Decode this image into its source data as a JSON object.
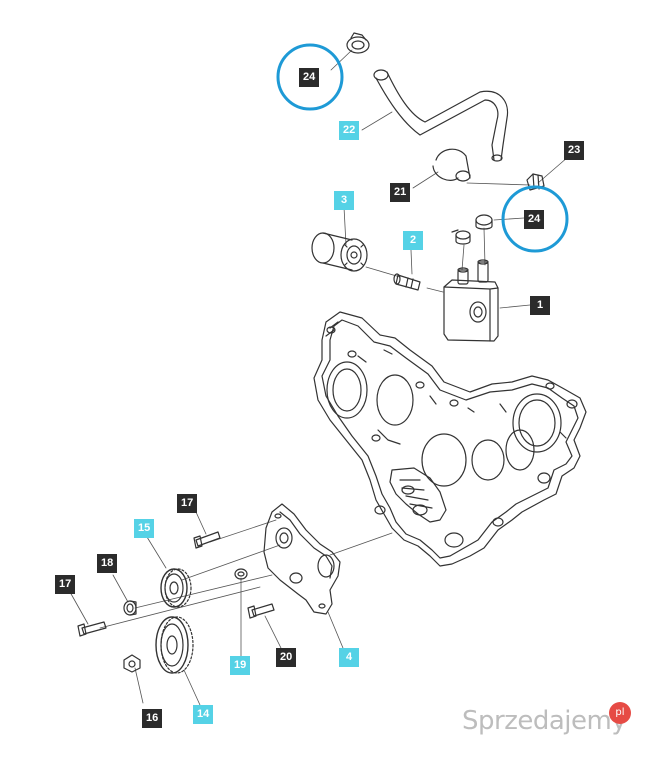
{
  "labels": {
    "l1": "1",
    "l2": "2",
    "l3": "3",
    "l4": "4",
    "l14": "14",
    "l15": "15",
    "l16": "16",
    "l17a": "17",
    "l17b": "17",
    "l18": "18",
    "l19": "19",
    "l20": "20",
    "l21": "21",
    "l22": "22",
    "l23": "23",
    "l24a": "24",
    "l24b": "24"
  },
  "watermark": {
    "text": "Sprzedajemy",
    "badge": "pl"
  },
  "colors": {
    "dark_tag": "#2b2b2b",
    "cyan_tag": "#55d2e6",
    "highlight_circle": "#1e9ad6",
    "line": "#333333"
  }
}
